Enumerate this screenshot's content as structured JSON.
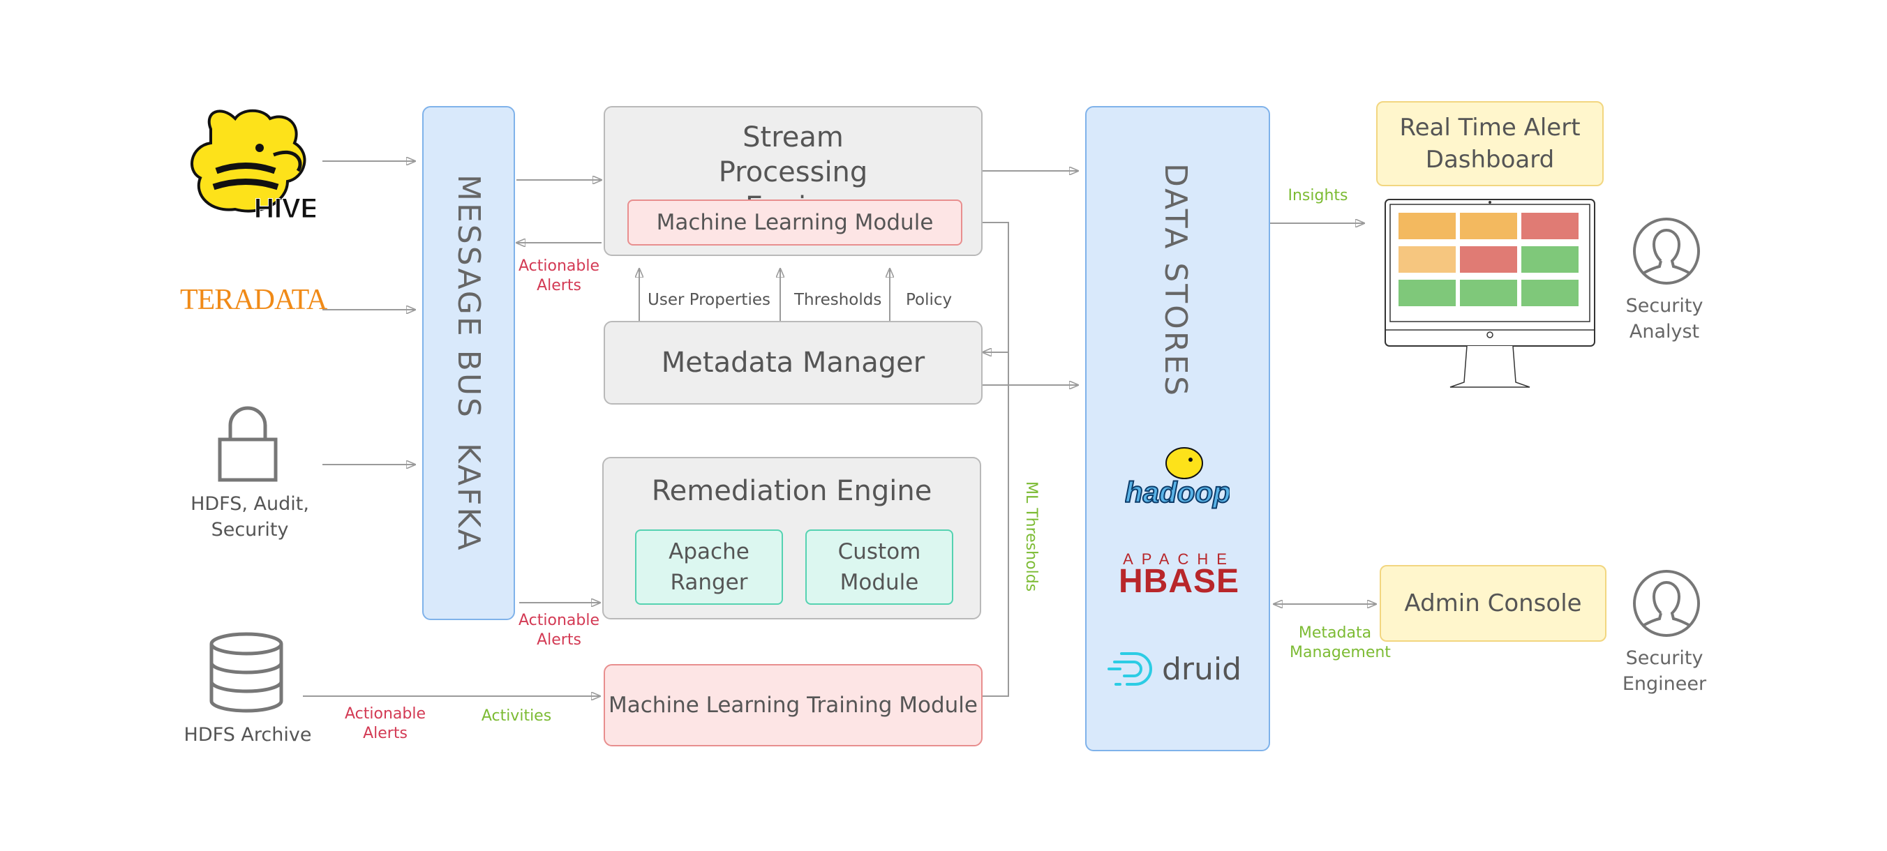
{
  "sources": {
    "hive_logo": "HIVE",
    "teradata_logo": "TERADATA",
    "hdfs_audit_label": "HDFS, Audit, Security",
    "hdfs_archive_label": "HDFS Archive"
  },
  "bus": {
    "label": "MESSAGE BUS  KAFKA"
  },
  "stream_engine": {
    "title": "Stream Processing Engine",
    "ml_module": "Machine Learning Module"
  },
  "metadata_manager": {
    "title": "Metadata Manager"
  },
  "remediation": {
    "title": "Remediation Engine",
    "ranger": "Apache Ranger",
    "custom": "Custom Module"
  },
  "ml_training": {
    "title": "Machine Learning Training Module"
  },
  "data_stores": {
    "label": "DATA STORES",
    "hadoop_logo": "hadoop",
    "hbase_apache": "APACHE",
    "hbase_logo": "HBASE",
    "druid_logo": "druid"
  },
  "edges": {
    "actionable_alerts_1": "Actionable Alerts",
    "actionable_alerts_2": "Actionable Alerts",
    "actionable_alerts_3": "Actionable Alerts",
    "activities": "Activities",
    "user_properties": "User Properties",
    "thresholds": "Thresholds",
    "policy": "Policy",
    "ml_thresholds": "ML Thresholds",
    "insights": "Insights",
    "metadata_management": "Metadata Management"
  },
  "consumers": {
    "dashboard": "Real Time Alert Dashboard",
    "admin_console": "Admin Console",
    "security_analyst": "Security Analyst",
    "security_engineer": "Security Engineer"
  },
  "colors": {
    "bus_fill": "#d9e9fb",
    "engine_fill": "#eeeeee",
    "ml_fill": "#fde5e5",
    "mint_fill": "#dcf7f0",
    "yellow_fill": "#fff6cc",
    "alert_red": "#d33a54",
    "flow_green": "#7cbb33",
    "arrow_gray": "#9a9a9a"
  },
  "dashboard_tiles": [
    "#f3b95f",
    "#f3b95f",
    "#e07b74",
    "#f6c67f",
    "#e07b74",
    "#7fc87a",
    "#7fc87a",
    "#7fc87a",
    "#7fc87a"
  ]
}
